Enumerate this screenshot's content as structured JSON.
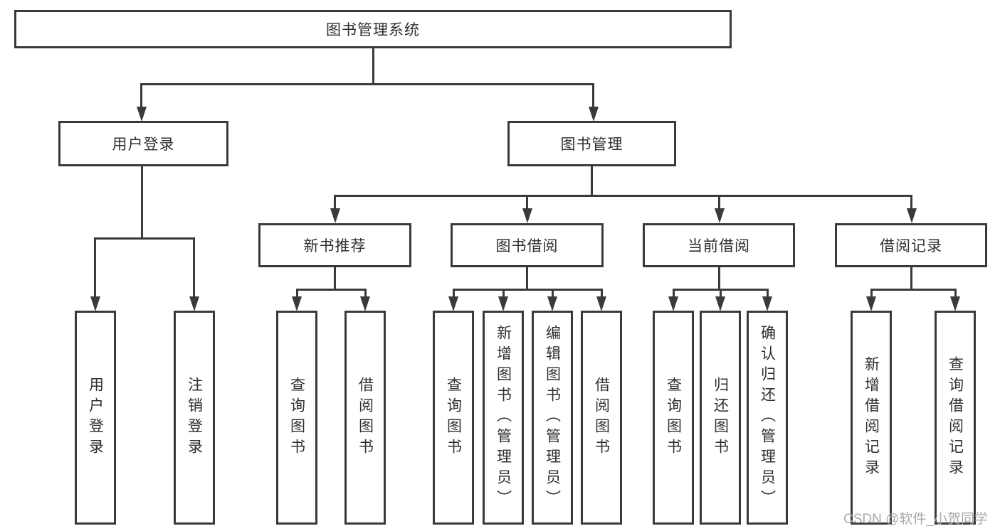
{
  "colors": {
    "line": "#3a3a3a",
    "text": "#2f2f2f",
    "box_background": "#ffffff",
    "watermark": "#a8a8ab"
  },
  "watermark": {
    "text": "CSDN @软件_小贺同学"
  },
  "tree": {
    "root": {
      "label": "图书管理系统",
      "children": [
        {
          "label": "用户登录",
          "children": [
            {
              "label": "用户登录"
            },
            {
              "label": "注销登录"
            }
          ]
        },
        {
          "label": "图书管理",
          "children": [
            {
              "label": "新书推荐",
              "children": [
                {
                  "label": "查询图书"
                },
                {
                  "label": "借阅图书"
                }
              ]
            },
            {
              "label": "图书借阅",
              "children": [
                {
                  "label": "查询图书"
                },
                {
                  "label": "新增图书（管理员）"
                },
                {
                  "label": "编辑图书（管理员）"
                },
                {
                  "label": "借阅图书"
                }
              ]
            },
            {
              "label": "当前借阅",
              "children": [
                {
                  "label": "查询图书"
                },
                {
                  "label": "归还图书"
                },
                {
                  "label": "确认归还（管理员）"
                }
              ]
            },
            {
              "label": "借阅记录",
              "children": [
                {
                  "label": "新增借阅记录"
                },
                {
                  "label": "查询借阅记录"
                }
              ]
            }
          ]
        }
      ]
    }
  }
}
